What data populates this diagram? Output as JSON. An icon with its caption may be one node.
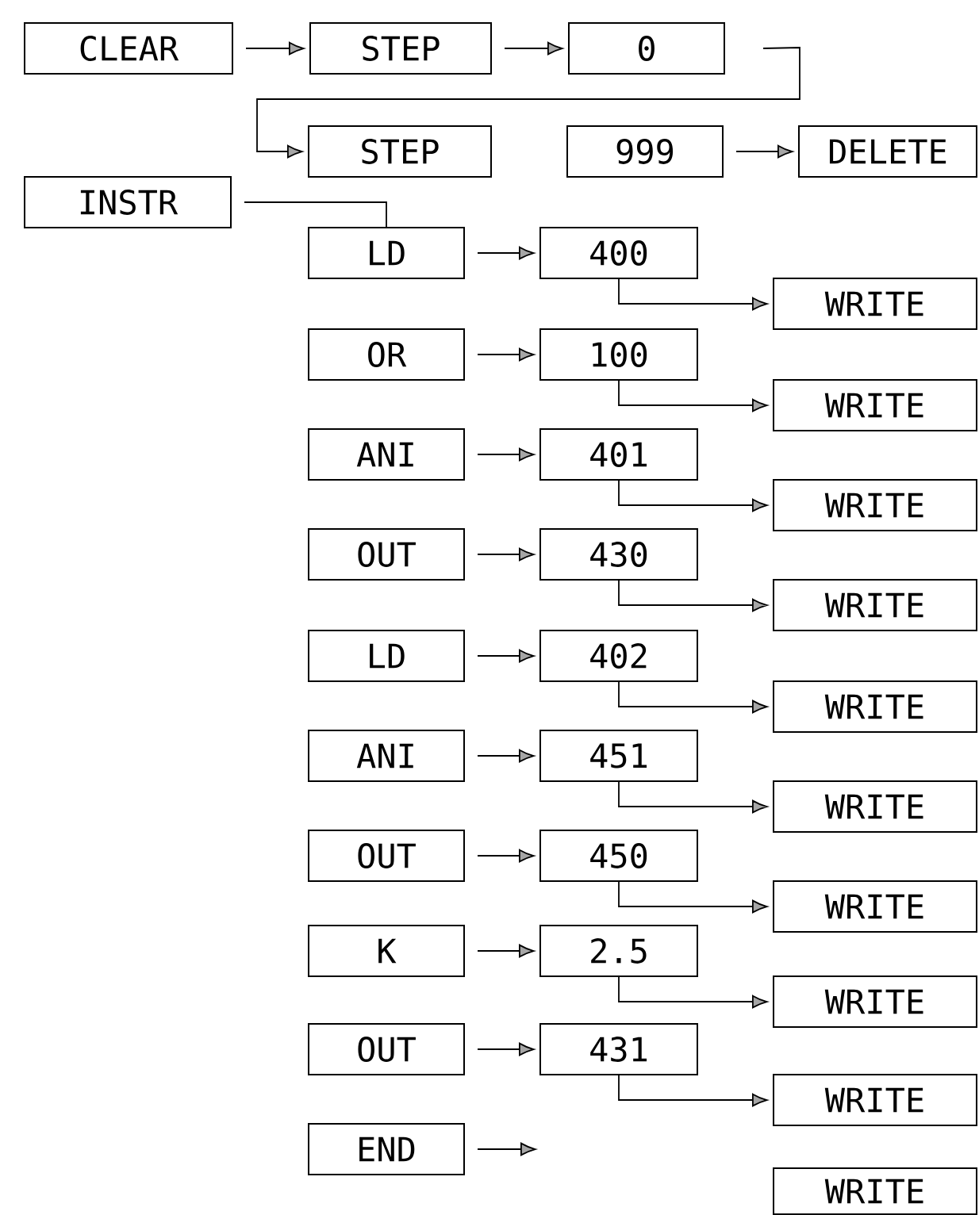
{
  "diagram": {
    "nodes": [
      {
        "text": [
          "CLEAR"
        ]
      },
      {
        "text": [
          "STEP"
        ]
      },
      {
        "text": [
          "0"
        ]
      },
      {
        "text": [
          "STEP"
        ]
      },
      {
        "text": [
          "999"
        ]
      },
      {
        "text": [
          "DELETE"
        ]
      },
      {
        "text": [
          "INSTR"
        ]
      },
      {
        "text": [
          "LD"
        ]
      },
      {
        "text": [
          "400"
        ]
      },
      {
        "text": [
          "WRITE"
        ]
      },
      {
        "text": [
          "OR"
        ]
      },
      {
        "text": [
          "100"
        ]
      },
      {
        "text": [
          "WRITE"
        ]
      },
      {
        "text": [
          "ANI"
        ]
      },
      {
        "text": [
          "401"
        ]
      },
      {
        "text": [
          "WRITE"
        ]
      },
      {
        "text": [
          "OUT"
        ]
      },
      {
        "text": [
          "430"
        ]
      },
      {
        "text": [
          "WRITE"
        ]
      },
      {
        "text": [
          "LD"
        ]
      },
      {
        "text": [
          "402"
        ]
      },
      {
        "text": [
          "WRITE"
        ]
      },
      {
        "text": [
          "ANI"
        ]
      },
      {
        "text": [
          "451"
        ]
      },
      {
        "text": [
          "WRITE"
        ]
      },
      {
        "text": [
          "OUT"
        ]
      },
      {
        "text": [
          "450"
        ]
      },
      {
        "text": [
          "WRITE"
        ]
      },
      {
        "text": [
          "K"
        ]
      },
      {
        "text": [
          "2.5"
        ]
      },
      {
        "text": [
          "WRITE"
        ]
      },
      {
        "text": [
          "OUT"
        ]
      },
      {
        "text": [
          "431"
        ]
      },
      {
        "text": [
          "WRITE"
        ]
      },
      {
        "text": [
          "END"
        ]
      },
      {
        "text": [
          "WRITE"
        ]
      }
    ],
    "edges": [
      {
        "from": 0,
        "to": 1,
        "arrow": "to"
      },
      {
        "from": 1,
        "to": 2,
        "arrow": "to"
      },
      {
        "from": 2,
        "to": 3,
        "arrow": "to"
      },
      {
        "from": 4,
        "to": 5,
        "arrow": "to"
      },
      {
        "from": 6,
        "to": 7,
        "arrow": "none"
      },
      {
        "from": 7,
        "to": 8,
        "arrow": "to"
      },
      {
        "from": 8,
        "to": 9,
        "arrow": "to"
      },
      {
        "from": 10,
        "to": 11,
        "arrow": "to"
      },
      {
        "from": 11,
        "to": 12,
        "arrow": "to"
      },
      {
        "from": 13,
        "to": 14,
        "arrow": "to"
      },
      {
        "from": 14,
        "to": 15,
        "arrow": "to"
      },
      {
        "from": 16,
        "to": 17,
        "arrow": "to"
      },
      {
        "from": 17,
        "to": 18,
        "arrow": "to"
      },
      {
        "from": 19,
        "to": 20,
        "arrow": "to"
      },
      {
        "from": 20,
        "to": 21,
        "arrow": "to"
      },
      {
        "from": 22,
        "to": 23,
        "arrow": "to"
      },
      {
        "from": 23,
        "to": 24,
        "arrow": "to"
      },
      {
        "from": 25,
        "to": 26,
        "arrow": "to"
      },
      {
        "from": 26,
        "to": 27,
        "arrow": "to"
      },
      {
        "from": 28,
        "to": 29,
        "arrow": "to"
      },
      {
        "from": 29,
        "to": 30,
        "arrow": "to"
      },
      {
        "from": 31,
        "to": 32,
        "arrow": "to"
      },
      {
        "from": 32,
        "to": 33,
        "arrow": "to"
      },
      {
        "from": 34,
        "to": null,
        "arrow": "to"
      }
    ]
  }
}
